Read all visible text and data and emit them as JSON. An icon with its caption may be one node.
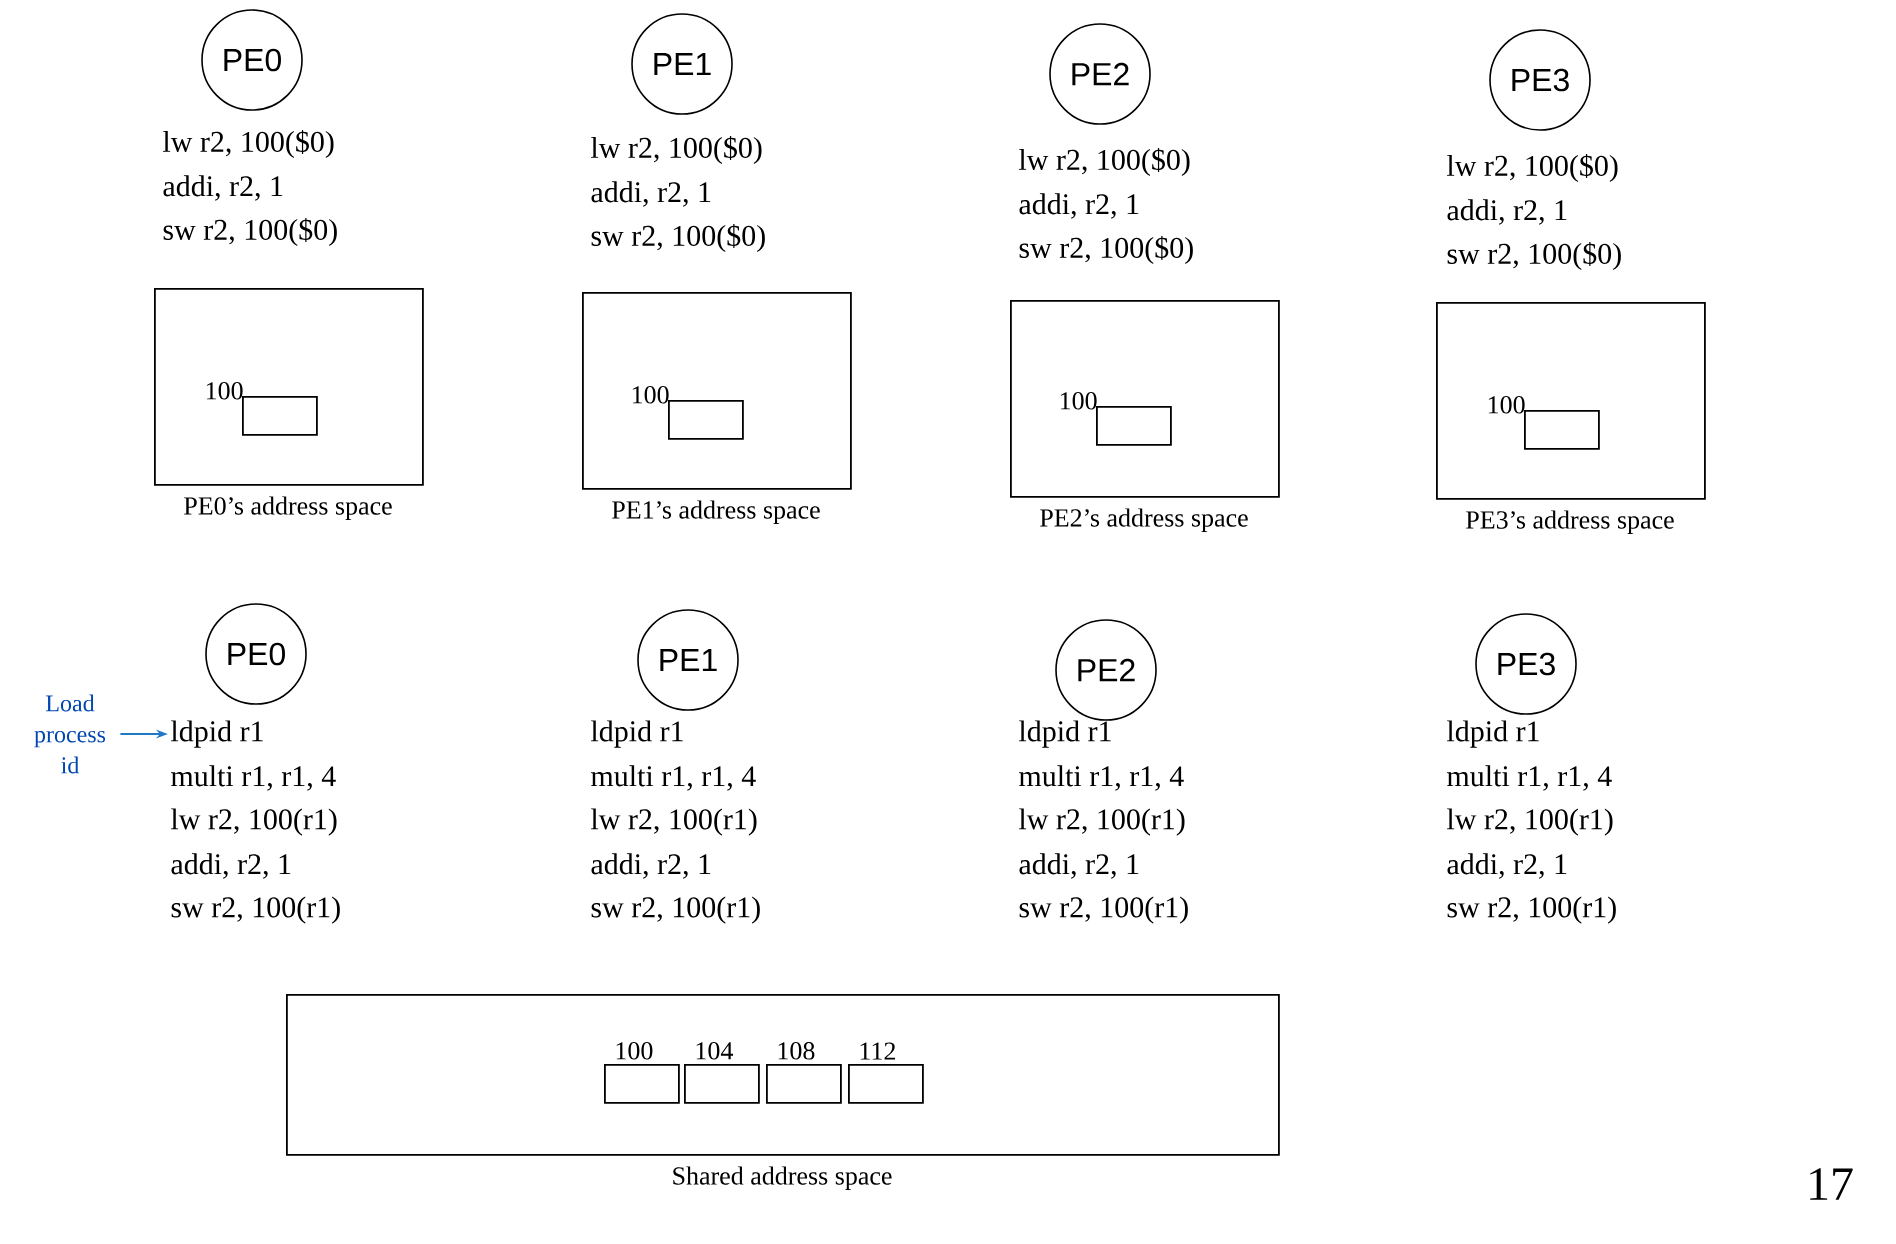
{
  "diagram": {
    "nodes": [
      {
        "text": [
          "PE0"
        ]
      },
      {
        "text": [
          "PE1"
        ]
      },
      {
        "text": [
          "PE2"
        ]
      },
      {
        "text": [
          "PE3"
        ]
      },
      {
        "text": [],
        "shape": "box",
        "beside": [
          "PE0’s address space"
        ]
      },
      {
        "text": [],
        "shape": "box",
        "in": 4,
        "beside": [
          "100"
        ]
      },
      {
        "text": [],
        "shape": "box",
        "beside": [
          "PE1’s address space"
        ]
      },
      {
        "text": [],
        "shape": "box",
        "in": 6,
        "beside": [
          "100"
        ]
      },
      {
        "text": [],
        "shape": "box",
        "beside": [
          "PE2’s address space"
        ]
      },
      {
        "text": [],
        "shape": "box",
        "in": 8,
        "beside": [
          "100"
        ]
      },
      {
        "text": [],
        "shape": "box",
        "beside": [
          "PE3’s address space"
        ]
      },
      {
        "text": [],
        "shape": "box",
        "in": 10,
        "beside": [
          "100"
        ]
      },
      {
        "text": [
          "PE0"
        ]
      },
      {
        "text": [
          "PE1"
        ]
      },
      {
        "text": [
          "PE2"
        ]
      },
      {
        "text": [
          "PE3"
        ]
      },
      {
        "text": [
          "Load process id"
        ]
      },
      {
        "text": [
          "ldpid r1"
        ]
      },
      {
        "text": [],
        "shape": "box",
        "beside": [
          "Shared address space"
        ]
      },
      {
        "text": [],
        "shape": "box",
        "in": 18,
        "beside": [
          "100"
        ]
      },
      {
        "text": [],
        "shape": "box",
        "in": 18,
        "beside": [
          "104"
        ]
      },
      {
        "text": [],
        "shape": "box",
        "in": 18,
        "beside": [
          "108"
        ]
      },
      {
        "text": [],
        "shape": "box",
        "in": 18,
        "beside": [
          "112"
        ]
      }
    ],
    "edges": [
      {
        "from": 16,
        "to": 17,
        "arrow": "to",
        "color": "#1f78c8"
      }
    ],
    "labels": [
      "lw r2, 100($0)",
      "addi, r2, 1",
      "sw r2, 100($0)",
      "lw r2, 100($0)",
      "addi, r2, 1",
      "sw r2, 100($0)",
      "lw r2, 100($0)",
      "addi, r2, 1",
      "sw r2, 100($0)",
      "lw r2, 100($0)",
      "addi, r2, 1",
      "sw r2, 100($0)",
      "multi r1, r1, 4",
      "lw r2, 100(r1)",
      "addi, r2, 1",
      "sw r2, 100(r1)",
      "ldpid r1",
      "multi r1, r1, 4",
      "lw r2, 100(r1)",
      "addi, r2, 1",
      "sw r2, 100(r1)",
      "ldpid r1",
      "multi r1, r1, 4",
      "lw r2, 100(r1)",
      "addi, r2, 1",
      "sw r2, 100(r1)",
      "ldpid r1",
      "multi r1, r1, 4",
      "lw r2, 100(r1)",
      "addi, r2, 1",
      "sw r2, 100(r1)",
      "17"
    ]
  }
}
